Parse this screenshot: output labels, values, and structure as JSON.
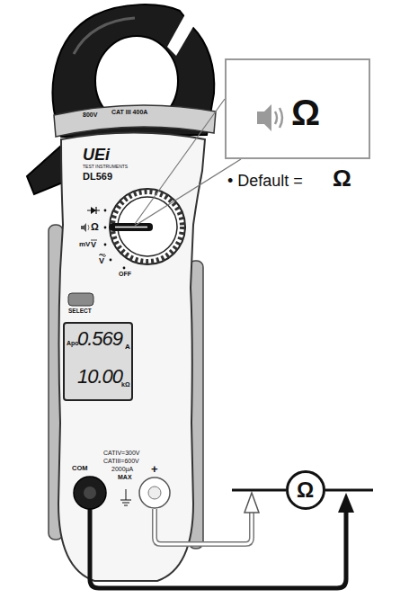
{
  "diagram": {
    "nodes": [
      {
        "text": [
          "Ω"
        ]
      },
      {
        "text": [
          "Apo",
          "0.569",
          "A",
          "10.00",
          "kΩ"
        ]
      },
      {
        "text": [
          "Ω"
        ]
      }
    ],
    "labels": [
      "800V",
      "CAT III 400A",
      "UEi",
      "TEST INSTRUMENTS",
      "DL569",
      "Ω",
      "mV",
      "V",
      "V",
      "OFF",
      "SELECT",
      "• Default =",
      "Ω",
      "CATIV=300V",
      "CATIII=600V",
      "2000µA",
      "MAX",
      "COM",
      "+"
    ]
  }
}
